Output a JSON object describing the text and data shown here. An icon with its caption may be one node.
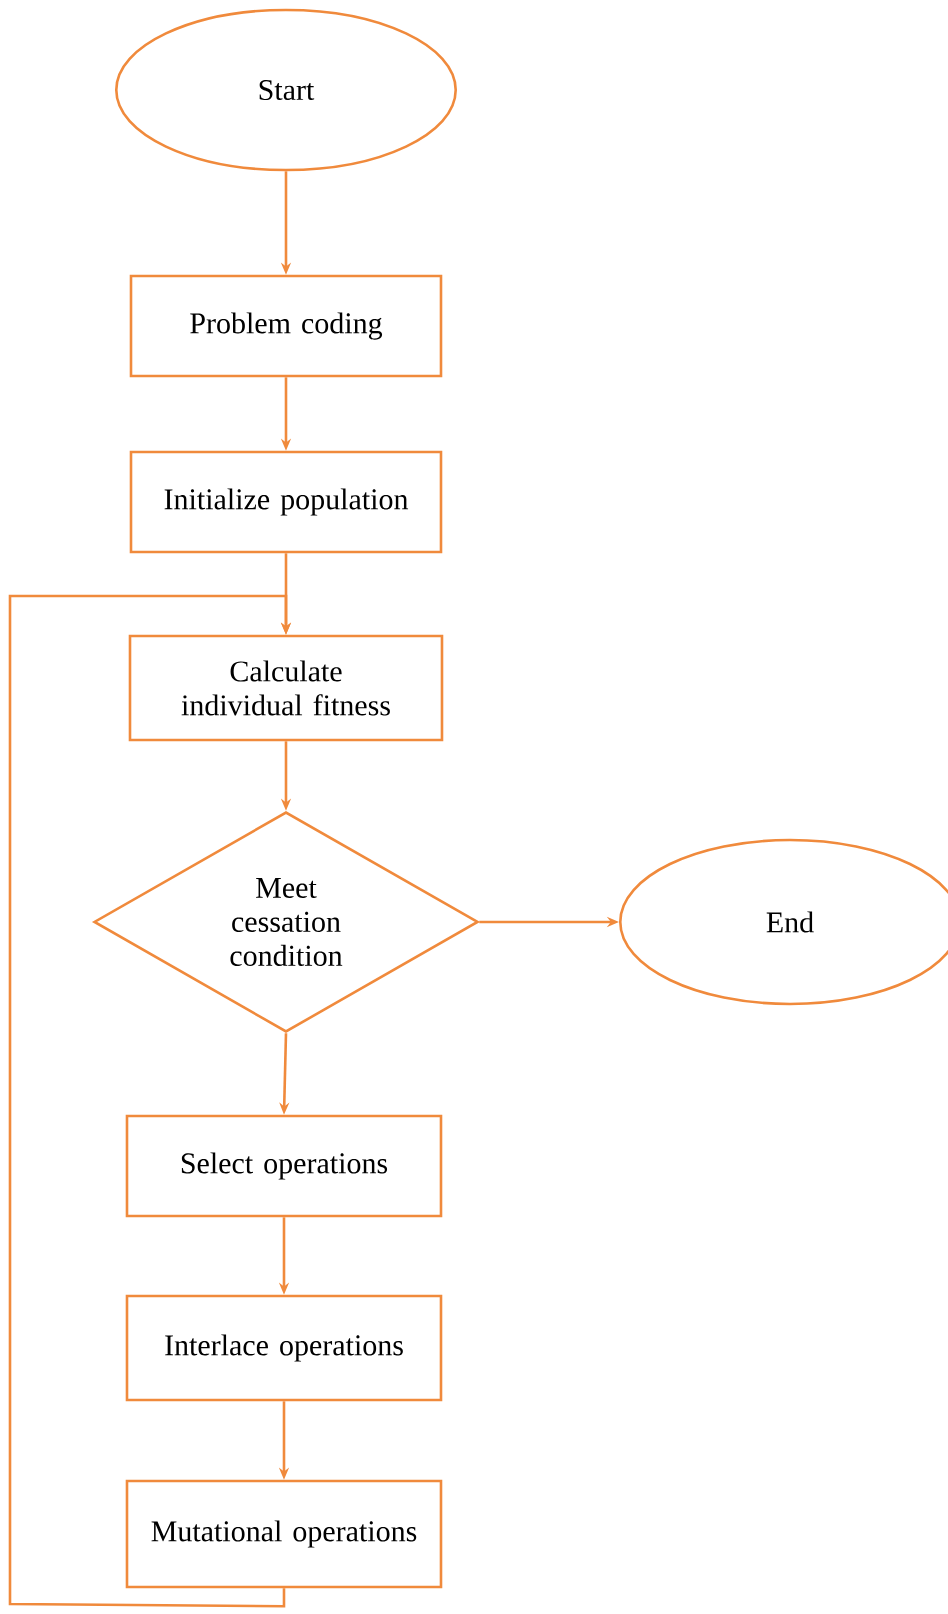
{
  "diagram": {
    "nodes": [
      {
        "text": [
          "Start"
        ]
      },
      {
        "text": [
          "Problem coding"
        ]
      },
      {
        "text": [
          "Initialize population"
        ]
      },
      {
        "text": [
          "Calculate individual fitness"
        ]
      },
      {
        "text": [
          "Meet cessation condition"
        ]
      },
      {
        "text": [
          "End"
        ]
      },
      {
        "text": [
          "Select operations"
        ]
      },
      {
        "text": [
          "Interlace operations"
        ]
      },
      {
        "text": [
          "Mutational operations"
        ]
      }
    ],
    "edges": [
      {
        "from": 0,
        "to": 1,
        "arrow": "to"
      },
      {
        "from": 1,
        "to": 2,
        "arrow": "to"
      },
      {
        "from": 2,
        "to": 3,
        "arrow": "to"
      },
      {
        "from": 3,
        "to": 4,
        "arrow": "to"
      },
      {
        "from": 4,
        "to": 5,
        "arrow": "to"
      },
      {
        "from": 4,
        "to": 6,
        "arrow": "to"
      },
      {
        "from": 6,
        "to": 7,
        "arrow": "to"
      },
      {
        "from": 7,
        "to": 8,
        "arrow": "to"
      },
      {
        "from": 8,
        "to": 3,
        "arrow": "to"
      }
    ]
  }
}
